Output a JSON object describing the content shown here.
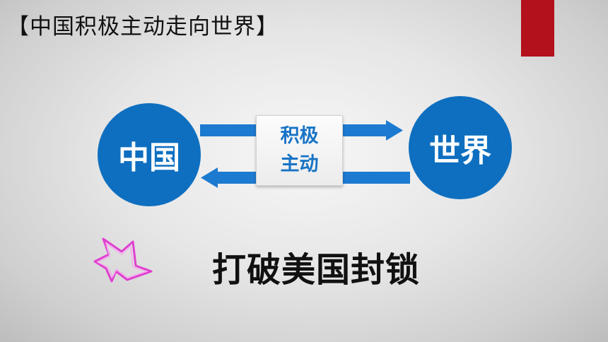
{
  "title": "【中国积极主动走向世界】",
  "diagram": {
    "left_node": "中国",
    "right_node": "世界",
    "center_line1": "积极",
    "center_line2": "主动"
  },
  "slogan": "打破美国封锁",
  "colors": {
    "node_blue": "#0e6fc0",
    "center_text_blue": "#1874c6",
    "accent_red": "#b3111b",
    "pink_arrow": "#e040d0"
  },
  "icons": {
    "pointer": "pink-outline-arrow-icon"
  }
}
